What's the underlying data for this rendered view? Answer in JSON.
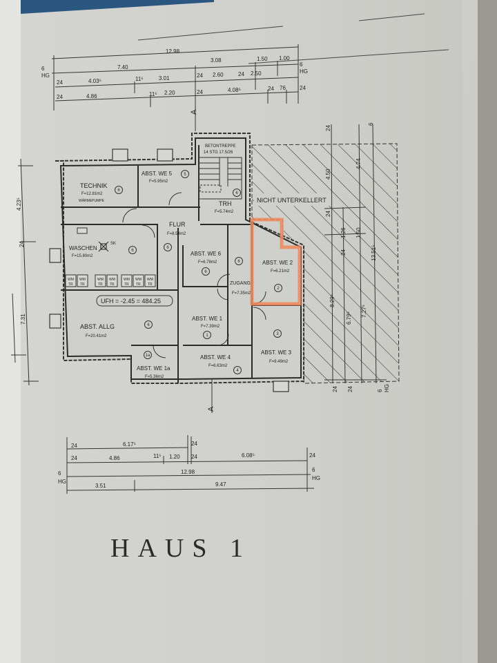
{
  "title": "HAUS 1",
  "rooms": [
    {
      "id": "technik",
      "name": "TECHNIK",
      "area": "F=12.81m2",
      "note": "WÄRMEPUMPE",
      "marker": "6"
    },
    {
      "id": "abst-we5",
      "name": "ABST. WE 5",
      "area": "F=5.95m2",
      "marker": "5"
    },
    {
      "id": "trh",
      "name": "TRH",
      "area": "F=5.74m2",
      "marker": "6"
    },
    {
      "id": "flur",
      "name": "FLUR",
      "area": "F=8.54m2",
      "marker": "6"
    },
    {
      "id": "waschen",
      "name": "WASCHEN",
      "area": "F=15.80m2",
      "marker": "6",
      "fixture": "SK"
    },
    {
      "id": "abst-we6",
      "name": "ABST. WE 6",
      "area": "F=6.78m2",
      "marker": "6"
    },
    {
      "id": "zugang",
      "name": "ZUGANG",
      "area": "F=7.35m2",
      "marker": "6"
    },
    {
      "id": "abst-we2",
      "name": "ABST. WE 2",
      "area": "F=6.21m2",
      "marker": "2",
      "highlighted": true
    },
    {
      "id": "abst-allg",
      "name": "ABST. ALLG",
      "area": "F=20.41m2",
      "marker": "6"
    },
    {
      "id": "abst-we1",
      "name": "ABST. WE 1",
      "area": "F=7.39m2",
      "marker": "1"
    },
    {
      "id": "abst-we1a",
      "name": "ABST. WE 1a",
      "area": "F=5.36m2",
      "marker": "1a"
    },
    {
      "id": "abst-we4",
      "name": "ABST. WE 4",
      "area": "F=6.63m2",
      "marker": "4"
    },
    {
      "id": "abst-we3",
      "name": "ABST. WE 3",
      "area": "F=9.49m2",
      "marker": "3"
    }
  ],
  "stair": {
    "label": "BETONTREPPE",
    "spec": "14 STG 17.5/26"
  },
  "ufh": "UFH = -2.45 = 484.25",
  "unexcavated": "NICHT UNTERKELLERT",
  "washer_labels": [
    "WM",
    "TR"
  ],
  "section_marker": "A",
  "highlight_color": "#f08a5a",
  "dimensions": {
    "top": {
      "overall": "12.98",
      "row1": [
        "7.40",
        "3.08",
        "1.50",
        "1.00"
      ],
      "row2": [
        "24",
        "4.03⁵",
        "11⁵",
        "3.01",
        "24",
        "2.60",
        "24",
        "2.50"
      ],
      "row3": [
        "24",
        "4.86",
        "11⁵",
        "2.20",
        "24",
        "4.08⁵",
        "24",
        "76",
        "24"
      ],
      "edge": [
        "6",
        "HG"
      ]
    },
    "bottom": {
      "row1": [
        "24",
        "6.17⁵",
        "24"
      ],
      "row2": [
        "24",
        "4.86",
        "11⁵",
        "1.20",
        "24",
        "6.08⁵",
        "24"
      ],
      "overall": "12.98",
      "row4": [
        "3.51",
        "9.47"
      ],
      "edge": [
        "6",
        "HG"
      ]
    },
    "left": [
      "4.23⁵",
      "24",
      "7.31"
    ],
    "right": [
      "24",
      "4.50",
      "4.74",
      "24",
      "1.26",
      "1.50",
      "24",
      "13.51⁵",
      "8.29⁵",
      "6.79⁵",
      "7.27⁵",
      "24",
      "24",
      "6",
      "HG"
    ]
  }
}
